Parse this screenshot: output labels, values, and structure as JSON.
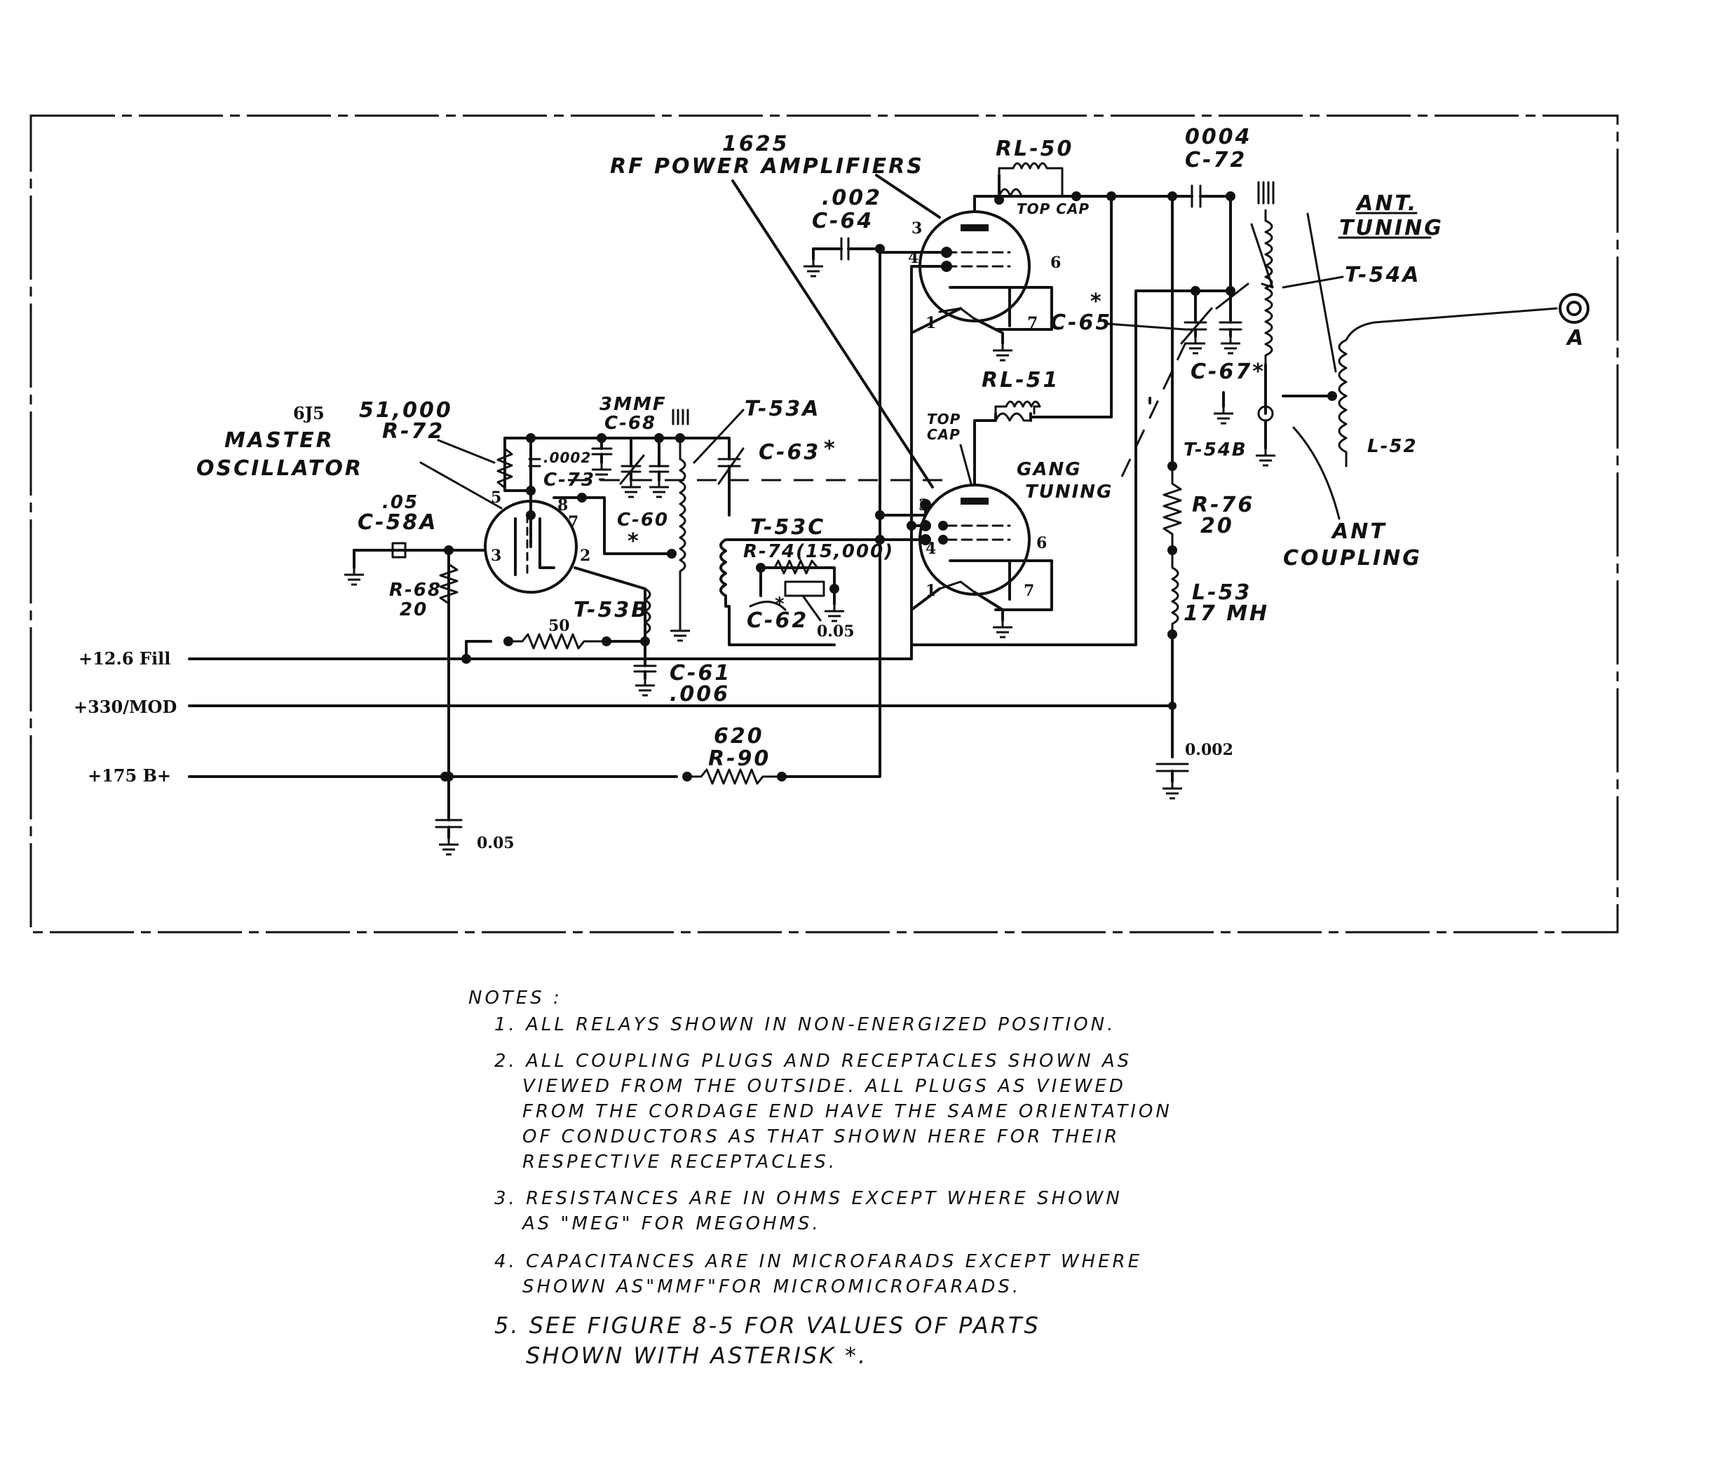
{
  "tubes": {
    "master_oscillator": {
      "type": "6J5",
      "label_line1": "MASTER",
      "label_line2": "OSCILLATOR",
      "pins": [
        "5",
        "8",
        "7",
        "3",
        "2"
      ]
    },
    "rf_amplifiers": {
      "type": "1625",
      "label": "RF POWER AMPLIFIERS",
      "pins": [
        "3",
        "4",
        "6",
        "1",
        "7"
      ],
      "top_cap": "TOP CAP",
      "top_cap_short_1": "TOP",
      "top_cap_short_2": "CAP"
    }
  },
  "components": {
    "r72": {
      "value": "51,000",
      "ref": "R-72"
    },
    "c68": {
      "value": "3MMF",
      "ref": "C-68"
    },
    "c73": {
      "value": ".0002",
      "ref": "C-73"
    },
    "t53a": {
      "ref": "T-53A"
    },
    "c63": {
      "ref": "C-63",
      "mark": "*"
    },
    "c60": {
      "ref": "C-60",
      "mark": "*"
    },
    "c58a": {
      "value": ".05",
      "ref": "C-58A"
    },
    "r68": {
      "ref": "R-68",
      "value": "20"
    },
    "t53b": {
      "ref": "T-53B"
    },
    "r50": {
      "value": "50"
    },
    "c61": {
      "ref": "C-61",
      "value": ".006"
    },
    "t53c": {
      "ref": "T-53C"
    },
    "r74": {
      "label": "R-74(15,000)"
    },
    "c62": {
      "ref": "C-62",
      "mark": "*"
    },
    "c62_cap": {
      "value": "0.05"
    },
    "r90": {
      "value": "620",
      "ref": "R-90"
    },
    "c_bplus": {
      "value": "0.05"
    },
    "c64": {
      "value": ".002",
      "ref": "C-64"
    },
    "rl50": {
      "ref": "RL-50"
    },
    "rl51": {
      "ref": "RL-51"
    },
    "c72": {
      "value": "0004",
      "ref": "C-72"
    },
    "c65": {
      "ref": "C-65",
      "mark": "*"
    },
    "c67": {
      "ref": "C-67*"
    },
    "t54a": {
      "ref": "T-54A"
    },
    "t54b": {
      "ref": "T-54B"
    },
    "r76": {
      "ref": "R-76",
      "value": "20"
    },
    "l53": {
      "ref": "L-53",
      "value": "17 MH"
    },
    "c_mod": {
      "value": "0.002"
    },
    "l52": {
      "ref": "L-52"
    }
  },
  "annotations": {
    "gang_1": "GANG",
    "gang_2": "TUNING",
    "ant_tuning_1": "ANT.",
    "ant_tuning_2": "TUNING",
    "ant_coupling_1": "ANT",
    "ant_coupling_2": "COUPLING",
    "output": "A"
  },
  "supply_lines": [
    {
      "label": "+12.6 Fill"
    },
    {
      "label": "+330/MOD"
    },
    {
      "label": "+175 B+"
    }
  ],
  "notes": {
    "heading": "NOTES :",
    "n1": "1.  ALL  RELAYS  SHOWN  IN  NON-ENERGIZED  POSITION.",
    "n2_l1": "2.  ALL  COUPLING  PLUGS  AND  RECEPTACLES  SHOWN  AS",
    "n2_l2": "VIEWED  FROM  THE  OUTSIDE.  ALL  PLUGS  AS  VIEWED",
    "n2_l3": "FROM  THE  CORDAGE  END  HAVE  THE  SAME  ORIENTATION",
    "n2_l4": "OF  CONDUCTORS  AS  THAT  SHOWN  HERE  FOR  THEIR",
    "n2_l5": "RESPECTIVE  RECEPTACLES.",
    "n3_l1": "3.  RESISTANCES  ARE  IN  OHMS  EXCEPT  WHERE  SHOWN",
    "n3_l2": "AS \"MEG\"  FOR  MEGOHMS.",
    "n4_l1": "4.  CAPACITANCES  ARE  IN  MICROFARADS  EXCEPT  WHERE",
    "n4_l2": "SHOWN  AS\"MMF\"FOR  MICROMICROFARADS.",
    "n5_l1": "5.  SEE  FIGURE  8-5  FOR VALUES  OF  PARTS",
    "n5_l2": "SHOWN   WITH  ASTERISK",
    "n5_mark": "*."
  }
}
